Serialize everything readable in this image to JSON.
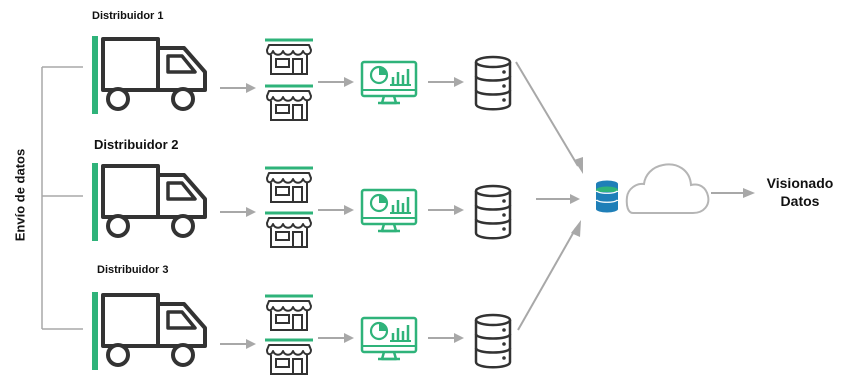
{
  "side_label": "Envío de datos",
  "distributors": [
    {
      "label": "Distribuidor 1"
    },
    {
      "label": "Distribuidor 2"
    },
    {
      "label": "Distribuidor 3"
    }
  ],
  "output": {
    "line1": "Visionado",
    "line2": "Datos"
  },
  "colors": {
    "accent_green": "#2fb37a",
    "dark_stroke": "#333333",
    "arrow_gray": "#a8a8a8",
    "db_blue": "#1f7fb8",
    "cloud_gray": "#b5b5b5"
  },
  "icons": [
    "truck-icon",
    "store-icon",
    "monitor-chart-icon",
    "database-icon",
    "cloud-icon"
  ]
}
